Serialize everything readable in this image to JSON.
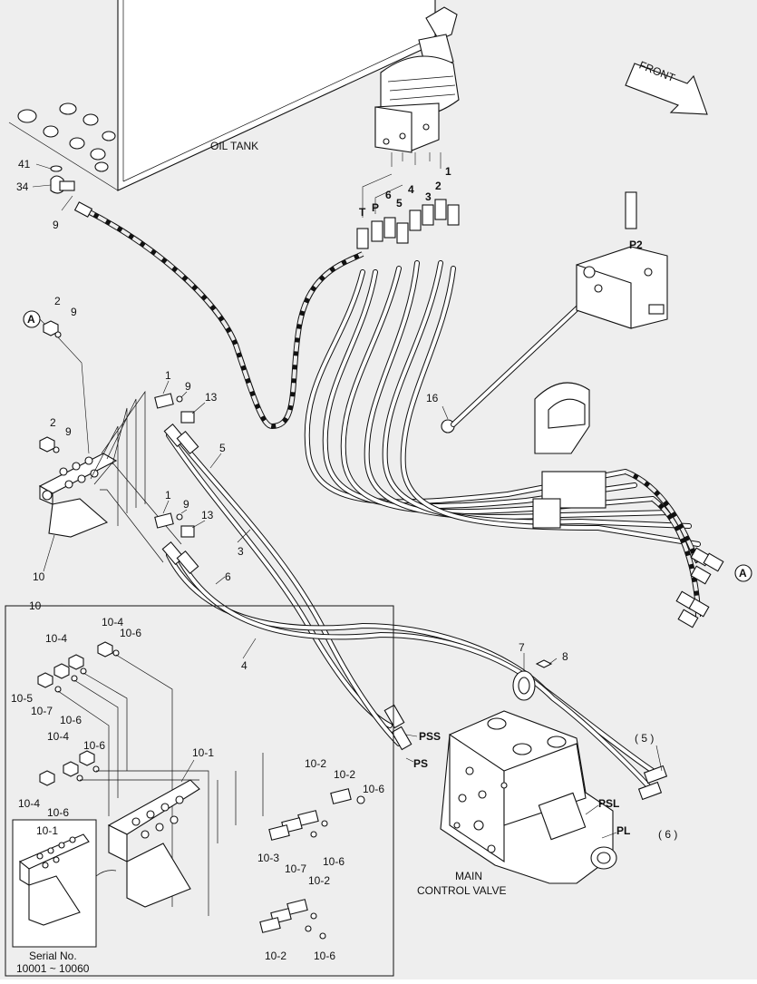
{
  "labels": {
    "oil_tank": "OIL TANK",
    "front": "FRONT",
    "main_control_valve_1": "MAIN",
    "main_control_valve_2": "CONTROL VALVE",
    "serial_1": "Serial No.",
    "serial_2": "10001 ~ 10060",
    "callout_a": "A",
    "port_t": "T",
    "port_p": "P",
    "port_6": "6",
    "port_5": "5",
    "port_4": "4",
    "port_3": "3",
    "port_2": "2",
    "port_1": "1",
    "p2": "P2",
    "pss": "PSS",
    "ps": "PS",
    "psl": "PSL",
    "pl": "PL",
    "n41": "41",
    "n34": "34",
    "n9": "9",
    "n2": "2",
    "n1": "1",
    "n13": "13",
    "n16": "16",
    "n5": "5",
    "n3": "3",
    "n6": "6",
    "n4": "4",
    "n7": "7",
    "n8": "8",
    "n10": "10",
    "p5": "( 5 )",
    "p6": "( 6 )",
    "n10_1": "10-1",
    "n10_2": "10-2",
    "n10_3": "10-3",
    "n10_4": "10-4",
    "n10_5": "10-5",
    "n10_6": "10-6",
    "n10_7": "10-7"
  }
}
